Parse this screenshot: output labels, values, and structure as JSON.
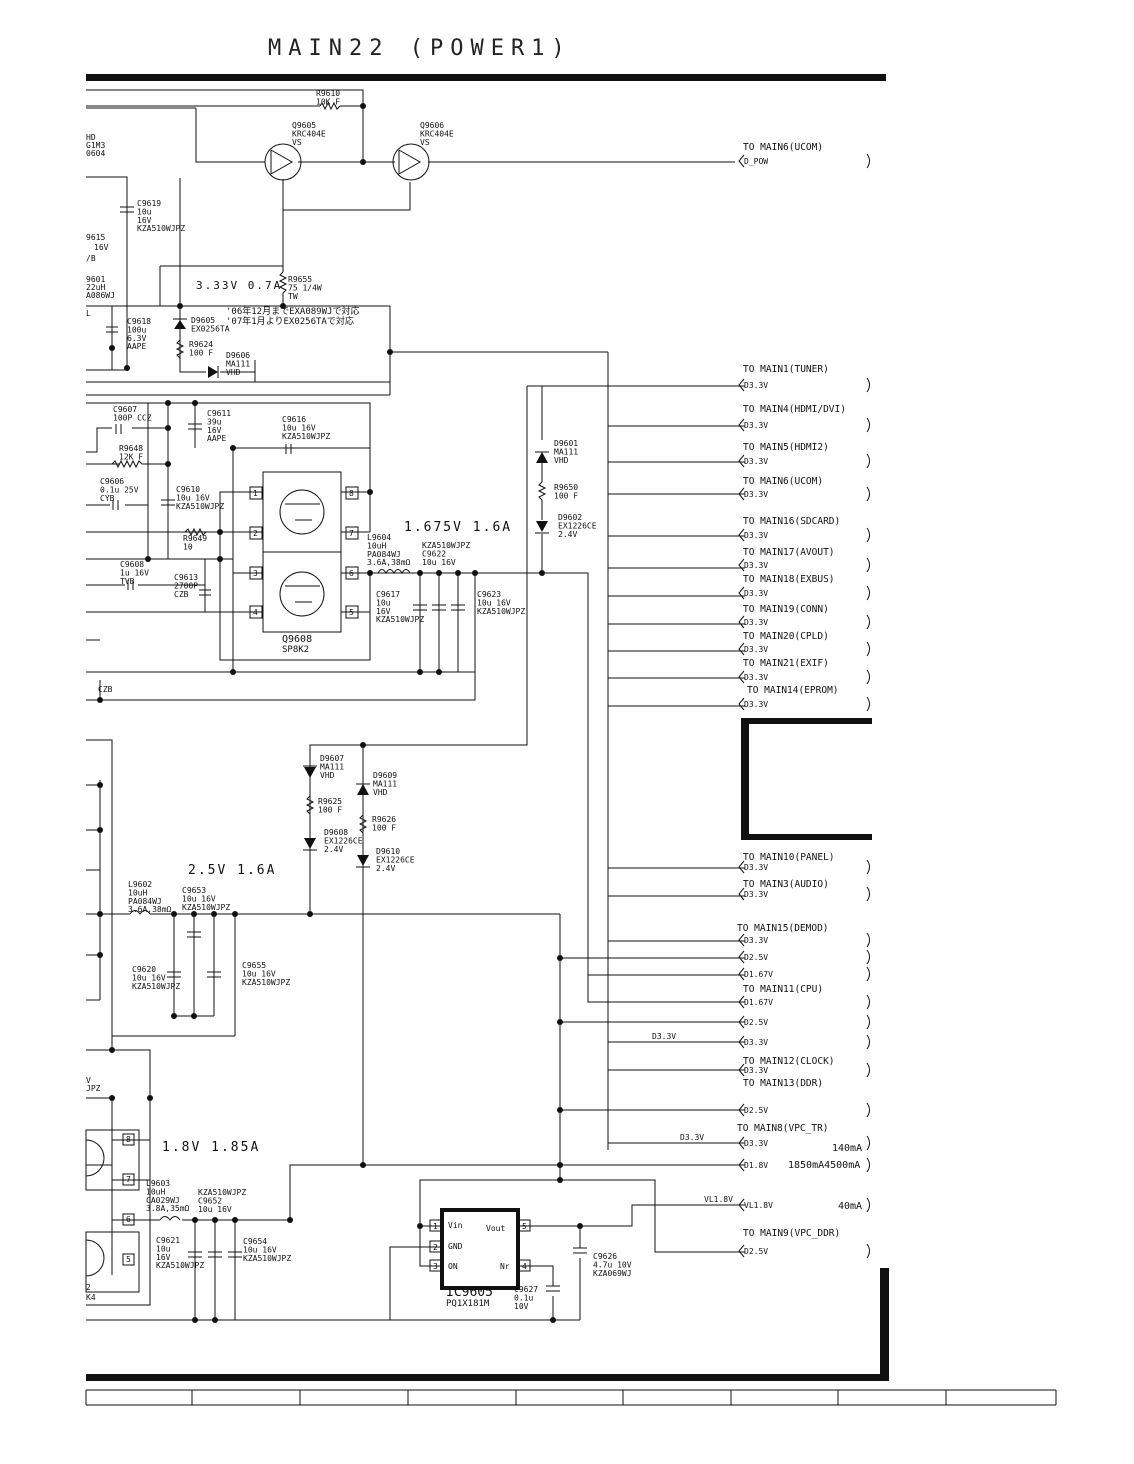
{
  "title": "MAIN22 (POWER1)",
  "rails": {
    "v1675": "1.675V 1.6A",
    "v25": "2.5V 1.6A",
    "v18": "1.8V 1.85A",
    "v333": "3.33V 0.7A"
  },
  "notes": {
    "line1": "'06年12月までEXA089WJで対応",
    "line2": "'07年1月よりEX0256TAで対応"
  },
  "edge_labels": {
    "hd": "HD",
    "g1m3": "G1M3",
    "n604": "0604",
    "n615": "9615",
    "v16": "16V",
    "b": "/B",
    "n601": "9601",
    "uh22": "22uH",
    "a086": "A086WJ",
    "l": "L",
    "czb": "CZB",
    "v7": "V",
    "jpz": "JPZ",
    "n2": "2",
    "k4": "K4"
  },
  "components": [
    {
      "id": "r9610",
      "lines": [
        "R9610",
        "10K F"
      ]
    },
    {
      "id": "q9605",
      "lines": [
        "Q9605",
        "KRC404E",
        "VS"
      ]
    },
    {
      "id": "q9606",
      "lines": [
        "Q9606",
        "KRC404E",
        "VS"
      ]
    },
    {
      "id": "c9619",
      "lines": [
        "C9619",
        "10u",
        "16V",
        "KZA510WJPZ"
      ]
    },
    {
      "id": "r9655",
      "lines": [
        "R9655",
        "75 1/4W",
        "TW"
      ]
    },
    {
      "id": "c9618",
      "lines": [
        "C9618",
        "100u",
        "6.3V",
        "AAPE"
      ]
    },
    {
      "id": "d9605",
      "lines": [
        "D9605",
        "EX0256TA"
      ]
    },
    {
      "id": "r9624",
      "lines": [
        "R9624",
        "100 F"
      ]
    },
    {
      "id": "d9606",
      "lines": [
        "D9606",
        "MA111",
        "VHD"
      ]
    },
    {
      "id": "c9607",
      "lines": [
        "C9607",
        "100P CCZ"
      ]
    },
    {
      "id": "c9611",
      "lines": [
        "C9611",
        "39u",
        "16V",
        "AAPE"
      ]
    },
    {
      "id": "c9616",
      "lines": [
        "C9616",
        "10u 16V",
        "KZA510WJPZ"
      ]
    },
    {
      "id": "r9648",
      "lines": [
        "R9648",
        "12K F"
      ]
    },
    {
      "id": "c9606",
      "lines": [
        "C9606",
        "0.1u 25V",
        "CYB"
      ]
    },
    {
      "id": "c9610",
      "lines": [
        "C9610",
        "10u 16V",
        "KZA510WJPZ"
      ]
    },
    {
      "id": "r9649",
      "lines": [
        "R9649",
        "10"
      ]
    },
    {
      "id": "c9608",
      "lines": [
        "C9608",
        "1u 16V",
        "TVB"
      ]
    },
    {
      "id": "c9613",
      "lines": [
        "C9613",
        "2700P",
        "CZB"
      ]
    },
    {
      "id": "q9608",
      "lines": [
        "Q9608",
        "SP8K2"
      ]
    },
    {
      "id": "l9604",
      "lines": [
        "L9604",
        "10uH",
        "PA084WJ",
        "3.6A,38mΩ"
      ]
    },
    {
      "id": "c9622",
      "lines": [
        "KZA510WJPZ",
        "C9622",
        "10u 16V"
      ]
    },
    {
      "id": "c9617",
      "lines": [
        "C9617",
        "10u",
        "16V",
        "KZA510WJPZ"
      ]
    },
    {
      "id": "c9623",
      "lines": [
        "C9623",
        "10u 16V",
        "KZA510WJPZ"
      ]
    },
    {
      "id": "d9601",
      "lines": [
        "D9601",
        "MA111",
        "VHD"
      ]
    },
    {
      "id": "r9650",
      "lines": [
        "R9650",
        "100 F"
      ]
    },
    {
      "id": "d9602",
      "lines": [
        "D9602",
        "EX1226CE",
        "2.4V"
      ]
    },
    {
      "id": "d9607",
      "lines": [
        "D9607",
        "MA111",
        "VHD"
      ]
    },
    {
      "id": "r9625",
      "lines": [
        "R9625",
        "100 F"
      ]
    },
    {
      "id": "d9608",
      "lines": [
        "D9608",
        "EX1226CE",
        "2.4V"
      ]
    },
    {
      "id": "d9609",
      "lines": [
        "D9609",
        "MA111",
        "VHD"
      ]
    },
    {
      "id": "r9626",
      "lines": [
        "R9626",
        "100 F"
      ]
    },
    {
      "id": "d9610",
      "lines": [
        "D9610",
        "EX1226CE",
        "2.4V"
      ]
    },
    {
      "id": "l9602",
      "lines": [
        "L9602",
        "10uH",
        "PA084WJ",
        "3.6A,38mΩ"
      ]
    },
    {
      "id": "c9653",
      "lines": [
        "C9653",
        "10u 16V",
        "KZA510WJPZ"
      ]
    },
    {
      "id": "c9620",
      "lines": [
        "C9620",
        "10u 16V",
        "KZA510WJPZ"
      ]
    },
    {
      "id": "c9655",
      "lines": [
        "C9655",
        "10u 16V",
        "KZA510WJPZ"
      ]
    },
    {
      "id": "l9603",
      "lines": [
        "L9603",
        "10uH",
        "CA029WJ",
        "3.8A,35mΩ"
      ]
    },
    {
      "id": "c9652",
      "lines": [
        "KZA510WJPZ",
        "C9652",
        "10u 16V"
      ]
    },
    {
      "id": "c9621",
      "lines": [
        "C9621",
        "10u",
        "16V",
        "KZA510WJPZ"
      ]
    },
    {
      "id": "c9654",
      "lines": [
        "C9654",
        "10u 16V",
        "KZA510WJPZ"
      ]
    },
    {
      "id": "ic9605",
      "lines": [
        "IC9605",
        "PQ1X181M"
      ]
    },
    {
      "id": "c9626",
      "lines": [
        "C9626",
        "4.7u 10V",
        "KZA069WJ"
      ]
    },
    {
      "id": "c9627",
      "lines": [
        "C9627",
        "0.1u",
        "10V"
      ]
    }
  ],
  "ic_pins": {
    "vin": "Vin",
    "gnd": "GND",
    "on": "ON",
    "vout": "Vout",
    "nr": "Nr",
    "p1": "1",
    "p2": "2",
    "p3": "3",
    "p4": "4",
    "p5": "5"
  },
  "fet_pins": [
    "1",
    "2",
    "3",
    "4",
    "5",
    "6",
    "7",
    "8"
  ],
  "dual_fet_pins": [
    "8",
    "7",
    "6",
    "5"
  ],
  "net_labels": {
    "d33a": "D3.3V",
    "d33b": "D3.3V",
    "vl18": "VL1.8V"
  },
  "currents": {
    "c140": "140mA",
    "c1850": "1850mA4500mA",
    "c40": "40mA"
  },
  "destinations": [
    {
      "title": "TO MAIN6(UCOM)",
      "lines": [
        "D_POW"
      ]
    },
    {
      "title": "TO MAIN1(TUNER)",
      "lines": [
        "D3.3V"
      ]
    },
    {
      "title": "TO MAIN4(HDMI/DVI)",
      "lines": [
        "D3.3V"
      ]
    },
    {
      "title": "TO MAIN5(HDMI2)",
      "lines": [
        "D3.3V"
      ]
    },
    {
      "title": "TO MAIN6(UCOM)",
      "lines": [
        "D3.3V"
      ]
    },
    {
      "title": "TO MAIN16(SDCARD)",
      "lines": [
        "D3.3V"
      ]
    },
    {
      "title": "TO MAIN17(AVOUT)",
      "lines": [
        "D3.3V"
      ]
    },
    {
      "title": "TO MAIN18(EXBUS)",
      "lines": [
        "D3.3V"
      ]
    },
    {
      "title": "TO MAIN19(CONN)",
      "lines": [
        "D3.3V"
      ]
    },
    {
      "title": "TO MAIN20(CPLD)",
      "lines": [
        "D3.3V"
      ]
    },
    {
      "title": "TO MAIN21(EXIF)",
      "lines": [
        "D3.3V"
      ]
    },
    {
      "title": "TO MAIN14(EPROM)",
      "lines": [
        "D3.3V"
      ]
    },
    {
      "title": "TO MAIN10(PANEL)",
      "lines": [
        "D3.3V"
      ]
    },
    {
      "title": "TO MAIN3(AUDIO)",
      "lines": [
        "D3.3V"
      ]
    },
    {
      "title": "TO MAIN15(DEMOD)",
      "lines": [
        "D3.3V",
        "D2.5V",
        "D1.67V"
      ]
    },
    {
      "title": "TO MAIN11(CPU)",
      "lines": [
        "D1.67V",
        "D2.5V",
        "D3.3V"
      ]
    },
    {
      "title": "TO MAIN12(CLOCK)",
      "lines": [
        "D3.3V"
      ]
    },
    {
      "title": "TO MAIN13(DDR)",
      "lines": [
        "D2.5V"
      ]
    },
    {
      "title": "TO MAIN8(VPC_TR)",
      "lines": [
        "D3.3V",
        "D1.8V"
      ]
    },
    {
      "title": "",
      "lines": [
        "VL1.8V"
      ]
    },
    {
      "title": "TO MAIN9(VPC_DDR)",
      "lines": [
        "D2.5V"
      ]
    }
  ],
  "colors": {
    "ink": "#111111",
    "paper": "#ffffff"
  }
}
